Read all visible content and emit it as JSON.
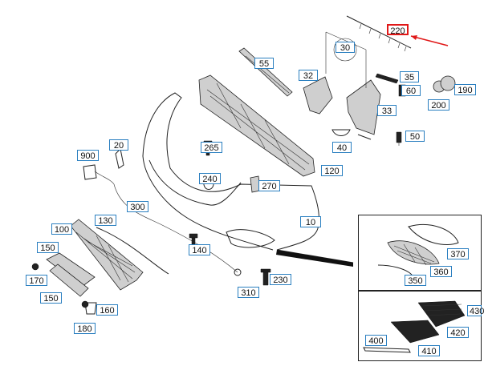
{
  "labels": {
    "p10": "10",
    "p20": "20",
    "p30": "30",
    "p32": "32",
    "p33": "33",
    "p35": "35",
    "p40": "40",
    "p50": "50",
    "p55": "55",
    "p60": "60",
    "p100": "100",
    "p120": "120",
    "p130": "130",
    "p140": "140",
    "p150a": "150",
    "p150b": "150",
    "p160": "160",
    "p170": "170",
    "p180": "180",
    "p190": "190",
    "p200": "200",
    "p220": "220",
    "p230": "230",
    "p240": "240",
    "p265": "265",
    "p270": "270",
    "p300": "300",
    "p310": "310",
    "p350": "350",
    "p360": "360",
    "p370": "370",
    "p400": "400",
    "p410": "410",
    "p420": "420",
    "p430": "430",
    "p900": "900"
  },
  "colors": {
    "label_border": "#2a7fc0",
    "highlight": "#e01818",
    "line": "#222222"
  }
}
